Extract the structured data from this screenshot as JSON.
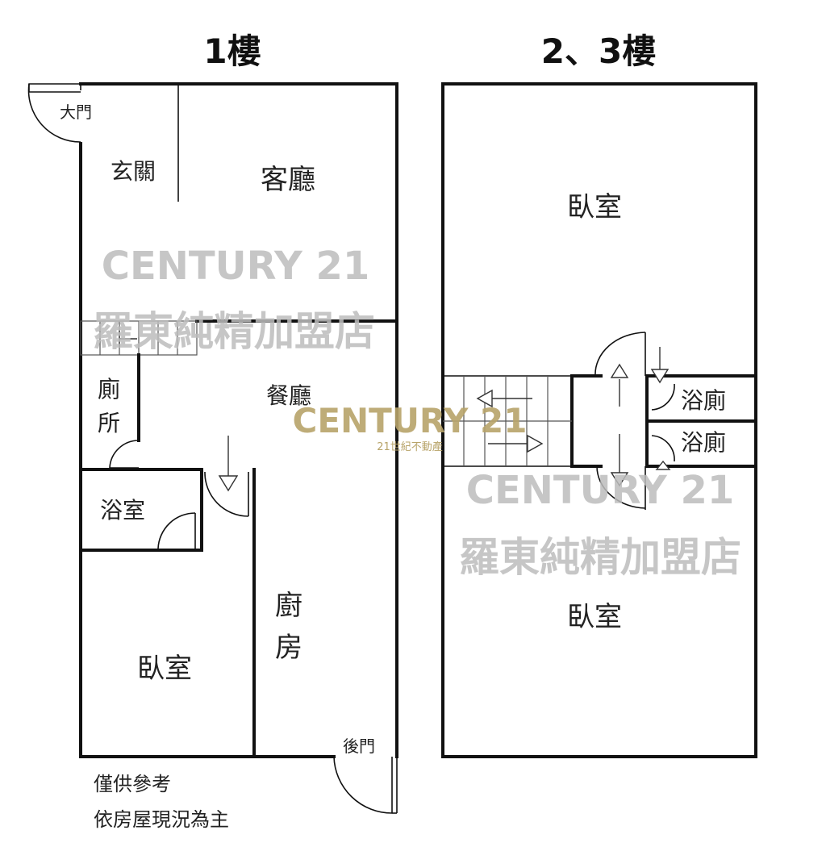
{
  "titles": {
    "floor1": "1樓",
    "floor23": "2、3樓"
  },
  "floor1": {
    "main_door": "大門",
    "entry": "玄關",
    "living": "客廳",
    "dining": "餐廳",
    "toilet_a": "廁",
    "toilet_b": "所",
    "bath": "浴室",
    "bedroom": "臥室",
    "kitchen_a": "廚",
    "kitchen_b": "房",
    "back_door": "後門"
  },
  "floor23": {
    "bedroom_top": "臥室",
    "bedroom_bottom": "臥室",
    "bath_top": "浴廁",
    "bath_bottom": "浴廁"
  },
  "notes": {
    "line1": "僅供參考",
    "line2": "依房屋現況為主"
  },
  "watermarks": {
    "brand": "CENTURY 21",
    "store": "羅東純精加盟店",
    "center_brand": "CENTURY 21",
    "center_sub": "21世紀不動產"
  },
  "colors": {
    "wall": "#111111",
    "watermark_gray": "#bdbdbd",
    "watermark_gold": "#b8a46a"
  }
}
